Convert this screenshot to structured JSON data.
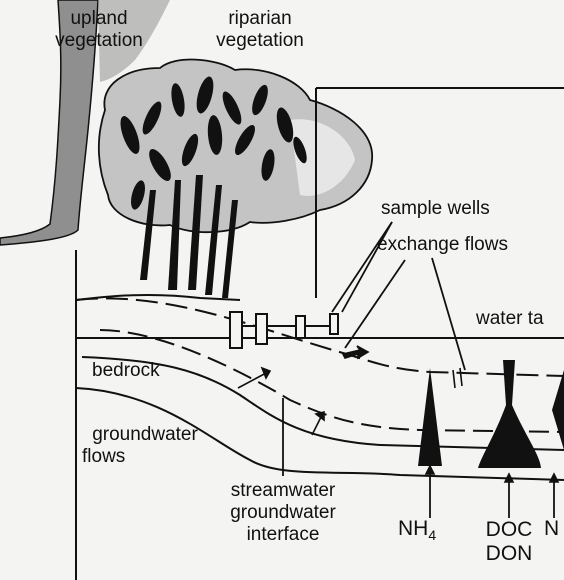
{
  "labels": {
    "upland": [
      "upland",
      "vegetation"
    ],
    "riparian": [
      "riparian",
      "vegetation"
    ],
    "sample_wells": "sample wells",
    "exchange_flows": "exchange flows",
    "water_table": "water ta",
    "bedrock": "bedrock",
    "groundwater_flows": [
      "groundwater",
      "flows"
    ],
    "interface": [
      "streamwater",
      "groundwater",
      "interface"
    ],
    "nh4_main": "NH",
    "nh4_sub": "4",
    "doc": "DOC",
    "don": "DON",
    "n_partial": "N"
  },
  "colors": {
    "ink": "#111111",
    "background": "#f4f4f2",
    "foliage": "#c4c4c4"
  }
}
